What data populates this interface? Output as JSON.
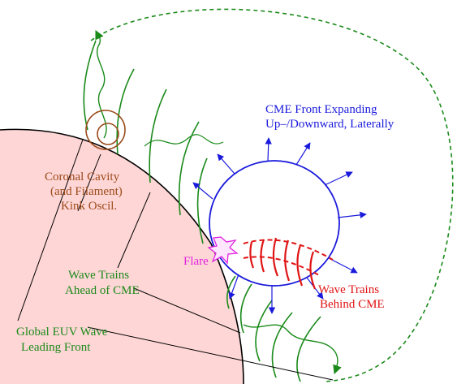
{
  "labels": {
    "cme_front_line1": "CME Front Expanding",
    "cme_front_line2": "Up–/Downward, Laterally",
    "cavity_line1": "Coronal Cavity",
    "cavity_line2": "(and Filament)",
    "cavity_line3": "Kink Oscil.",
    "flare": "Flare",
    "wave_ahead_line1": "Wave Trains",
    "wave_ahead_line2": "Ahead of CME",
    "wave_behind_line1": "Wave Trains",
    "wave_behind_line2": "Behind CME",
    "euv_line1": "Global EUV Wave",
    "euv_line2": "Leading Front"
  },
  "colors": {
    "sun_fill": "#ffd6d6",
    "sun_edge": "#000000",
    "cme_blue": "#1a1adc",
    "wave_green": "#1a8a1a",
    "behind_red": "#e01414",
    "cavity_brown": "#9a4a1a",
    "flare_magenta": "#e020e0",
    "pointer_line": "#000000"
  },
  "icons": {
    "flare": "flare-burst-icon",
    "arrow": "arrowhead-icon"
  }
}
